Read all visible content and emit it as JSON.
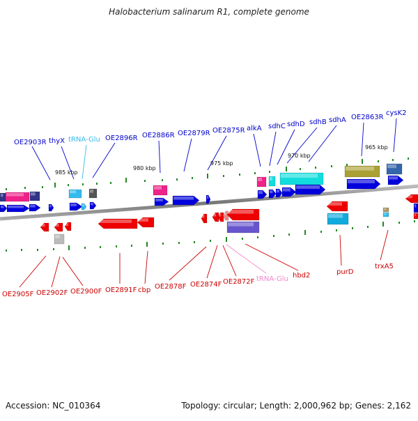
{
  "title": "Halobacterium salinarum R1, complete genome",
  "footer": {
    "accession": "Accession: NC_010364",
    "summary": "Topology: circular; Length: 2,000,962 bp; Genes: 2,162"
  },
  "colors": {
    "top_label": "#0000cc",
    "bottom_label": "#cc0000",
    "trna_top": "#33bbee",
    "trna_bottom": "#ee88cc",
    "backbone": "#888888",
    "tick": "#228822"
  },
  "scale_labels": [
    "985 kbp",
    "980 kbp",
    "975 kbp",
    "970 kbp",
    "965 kbp"
  ],
  "top_labels": [
    "OE2903R",
    "thyX",
    "tRNA-Glu",
    "OE2896R",
    "OE2886R",
    "OE2879R",
    "OE2875R",
    "alkA",
    "sdhC",
    "sdhD",
    "sdhB",
    "sdhA",
    "OE2863R",
    "cysK2"
  ],
  "bottom_labels": [
    "OE2905F",
    "OE2902F",
    "OE2900F",
    "OE2891F",
    "cbp",
    "OE2878F",
    "OE2874F",
    "OE2872F",
    "tRNA-Glu",
    "hbd2",
    "purD",
    "trxA5"
  ]
}
